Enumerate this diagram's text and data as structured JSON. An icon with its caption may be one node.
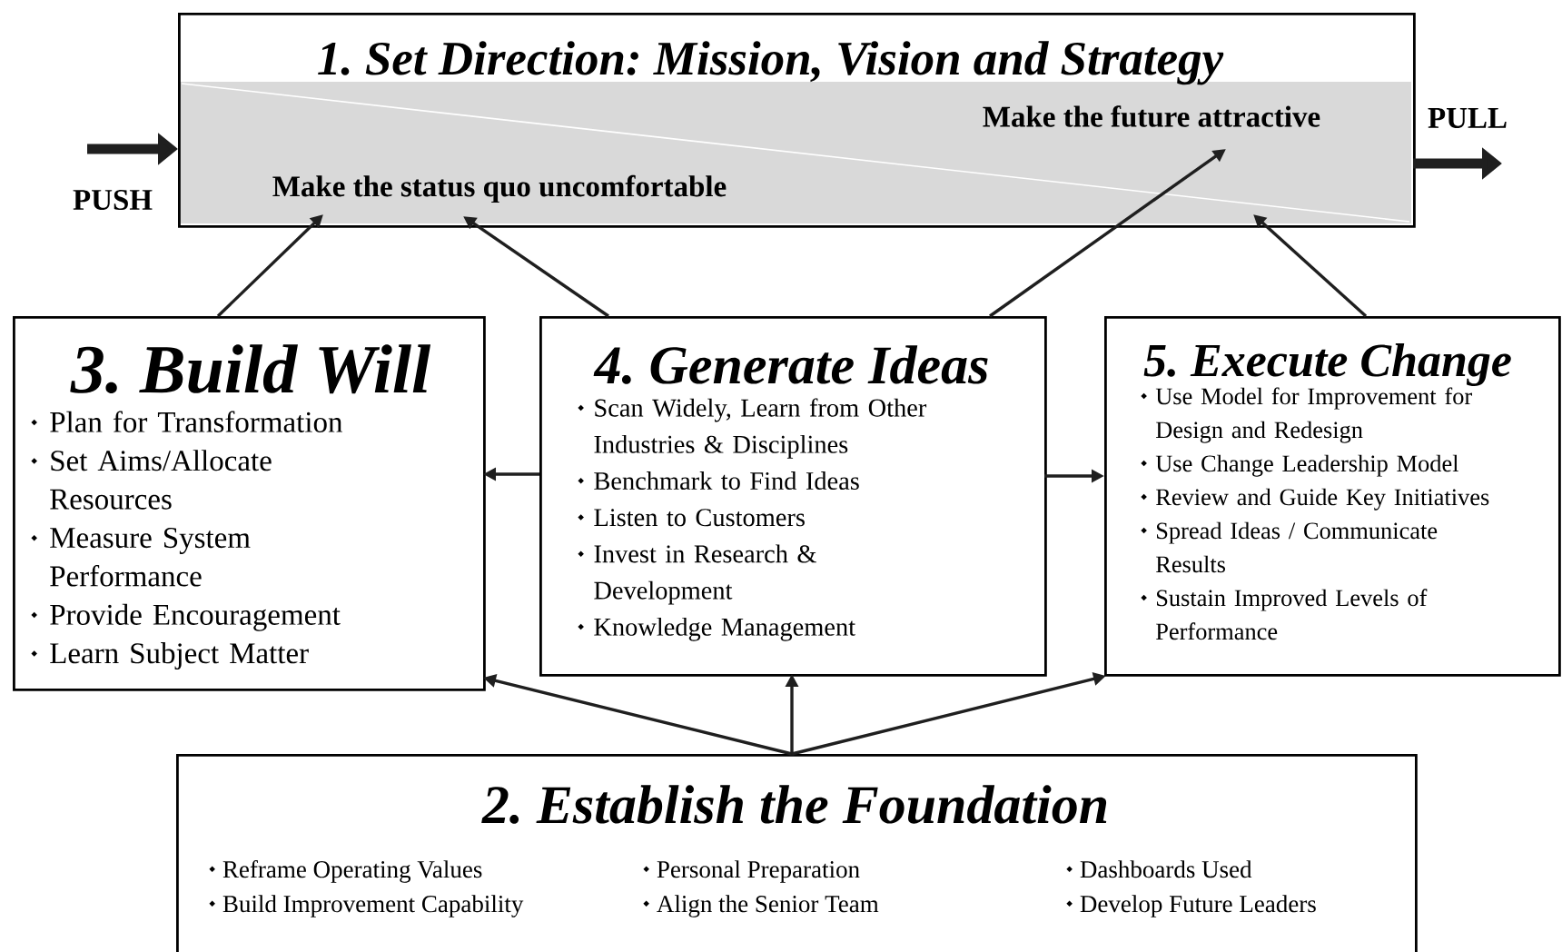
{
  "diagram": {
    "nodes": [
      {
        "text": [
          "1. Set Direction: Mission, Vision and Strategy",
          "Make the future attractive",
          "Make the status quo uncomfortable"
        ]
      },
      {
        "text": [
          "3. Build Will",
          "Plan for Transformation",
          "Set Aims/Allocate Resources",
          "Measure System Performance",
          "Provide Encouragement",
          "Learn Subject Matter"
        ]
      },
      {
        "text": [
          "4. Generate Ideas",
          "Scan Widely, Learn from Other Industries & Disciplines",
          "Benchmark to Find Ideas",
          "Listen to Customers",
          "Invest in Research & Development",
          "Knowledge Management"
        ]
      },
      {
        "text": [
          "5. Execute Change",
          "Use Model for Improvement for Design and Redesign",
          "Use Change Leadership Model",
          "Review and Guide Key Initiatives",
          "Spread Ideas / Communicate Results",
          "Sustain Improved Levels of Performance"
        ]
      },
      {
        "text": [
          "2. Establish the Foundation",
          "Reframe Operating Values",
          "Personal Preparation",
          "Dashboards Used",
          "Build Improvement Capability",
          "Align the Senior Team",
          "Develop Future Leaders"
        ]
      }
    ],
    "edges": [
      {
        "from": null,
        "to": 0,
        "arrow": "to",
        "style": "thick"
      },
      {
        "from": 0,
        "to": null,
        "arrow": "to",
        "style": "thick"
      },
      {
        "from": 1,
        "to": 0,
        "arrow": "to"
      },
      {
        "from": 2,
        "to": 0,
        "arrow": "to"
      },
      {
        "from": 2,
        "to": 0,
        "arrow": "to"
      },
      {
        "from": 3,
        "to": 0,
        "arrow": "to"
      },
      {
        "from": 2,
        "to": 1,
        "arrow": "to"
      },
      {
        "from": 2,
        "to": 3,
        "arrow": "to"
      },
      {
        "from": 4,
        "to": 1,
        "arrow": "to"
      },
      {
        "from": 4,
        "to": 2,
        "arrow": "to"
      },
      {
        "from": 4,
        "to": 3,
        "arrow": "to"
      }
    ],
    "labels": [
      "PULL",
      "PUSH"
    ]
  }
}
